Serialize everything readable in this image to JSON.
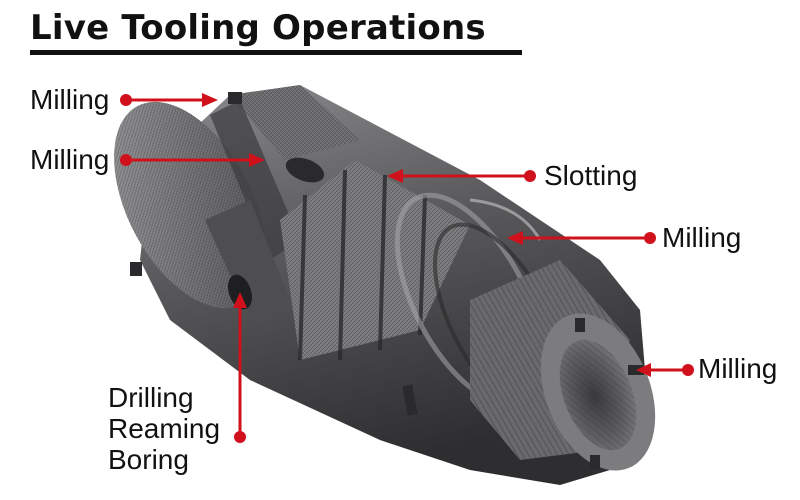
{
  "title": "Live Tooling Operations",
  "labels": {
    "milling_top": "Milling",
    "milling_upper": "Milling",
    "slotting": "Slotting",
    "milling_right": "Milling",
    "milling_end": "Milling",
    "drilling": "Drilling",
    "reaming": "Reaming",
    "boring": "Boring"
  },
  "colors": {
    "callout": "#d0111b",
    "text": "#111111",
    "part_dark": "#4a4a4c",
    "part_light": "#9a9a9c"
  }
}
